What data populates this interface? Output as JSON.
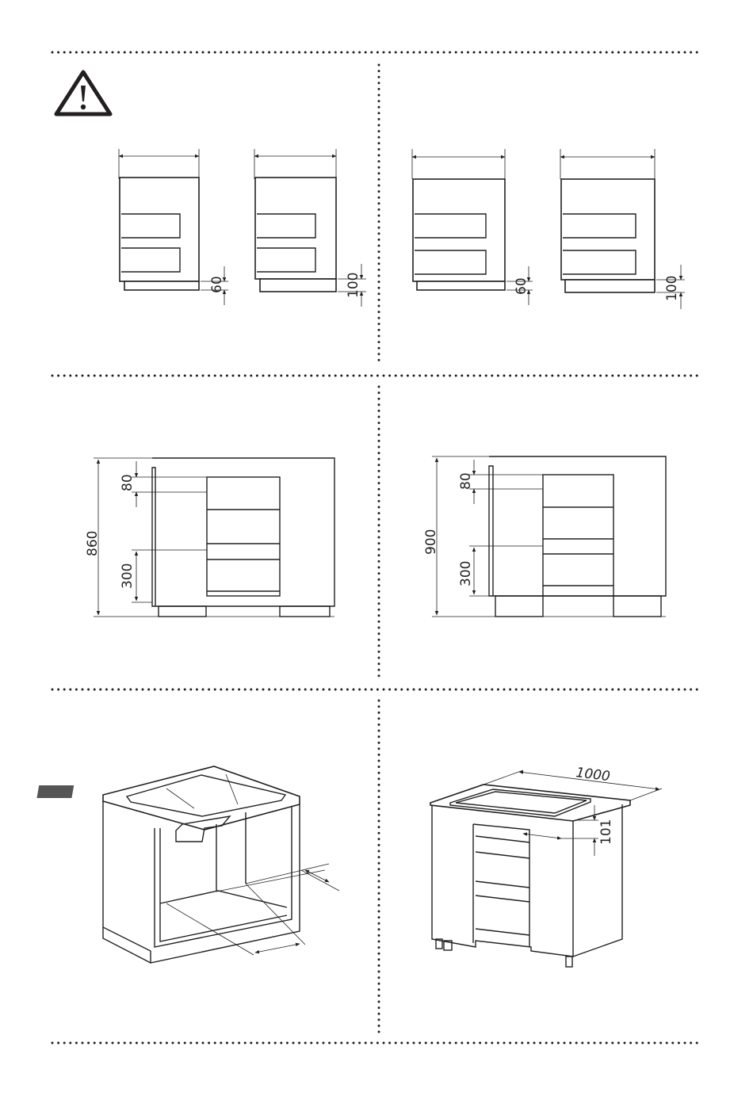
{
  "warning_icon": "warning-triangle-icon",
  "panel_1": {
    "cabinets": [
      {
        "plinth_label": "60"
      },
      {
        "plinth_label": "100"
      },
      {
        "plinth_label": "60"
      },
      {
        "plinth_label": "100"
      }
    ]
  },
  "panel_2": {
    "left": {
      "height_label": "860",
      "top_gap_label": "80",
      "lower_gap_label": "300"
    },
    "right": {
      "height_label": "900",
      "top_gap_label": "80",
      "lower_gap_label": "300"
    }
  },
  "panel_3": {
    "right": {
      "width_label": "1000",
      "depth_label": "101"
    }
  },
  "colors": {
    "ink": "#231f20",
    "background": "#ffffff"
  }
}
